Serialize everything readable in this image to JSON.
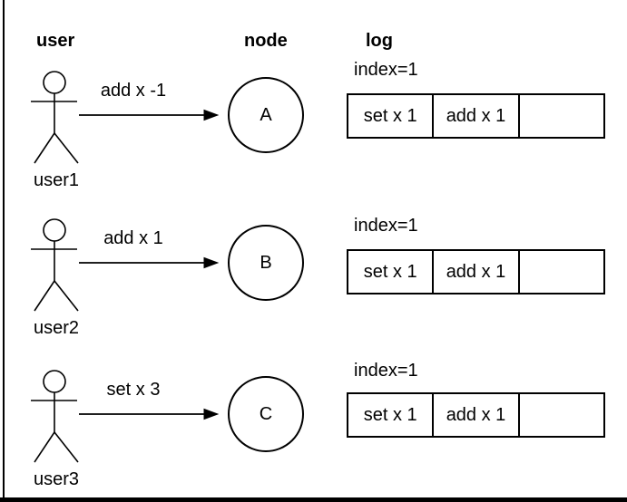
{
  "columns": {
    "user": "user",
    "node": "node",
    "log": "log"
  },
  "rows": [
    {
      "user_label": "user1",
      "message": "add x -1",
      "node_label": "A",
      "log": {
        "index_label": "index=1",
        "cells": [
          "set x 1",
          "add x 1",
          ""
        ]
      }
    },
    {
      "user_label": "user2",
      "message": "add x 1",
      "node_label": "B",
      "log": {
        "index_label": "index=1",
        "cells": [
          "set x 1",
          "add x 1",
          ""
        ]
      }
    },
    {
      "user_label": "user3",
      "message": "set x 3",
      "node_label": "C",
      "log": {
        "index_label": "index=1",
        "cells": [
          "set x 1",
          "add x 1",
          ""
        ]
      }
    }
  ],
  "colors": {
    "stroke": "#000000",
    "text": "#000000",
    "background": "#ffffff"
  }
}
